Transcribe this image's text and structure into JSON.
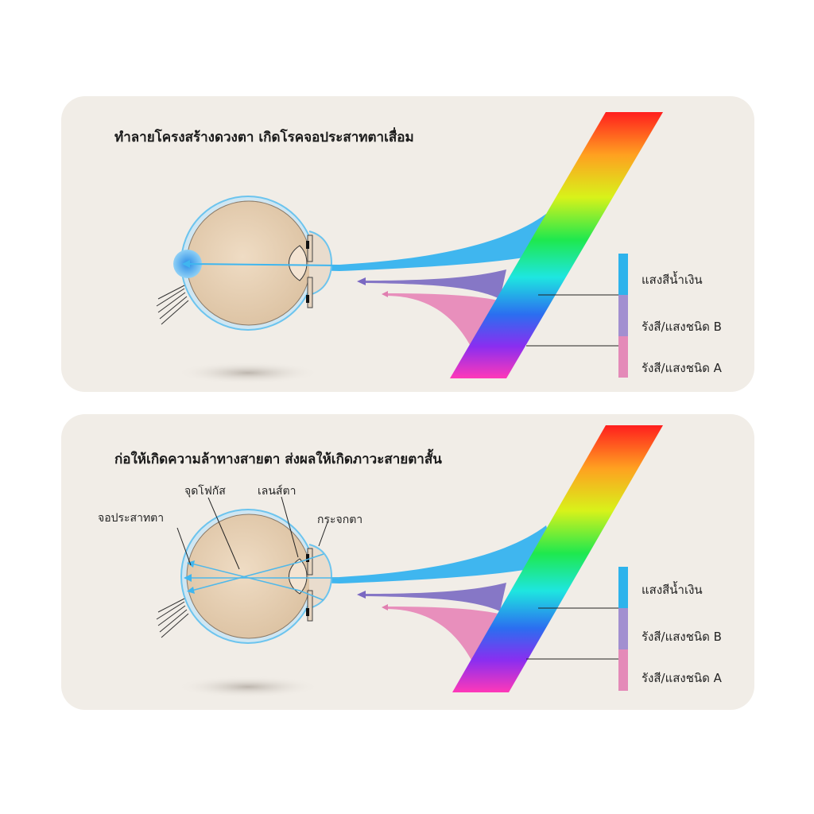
{
  "panels": [
    {
      "title": "ทำลายโครงสร้างดวงตา เกิดโรคจอประสาทตาเสื่อม",
      "legend": [
        {
          "label": "แสงสีน้ำเงิน",
          "color": "#2eb3ec"
        },
        {
          "label": "รังสี/แสงชนิด B",
          "color": "#a28fd0"
        },
        {
          "label": "รังสี/แสงชนิด A",
          "color": "#e48ab8"
        }
      ]
    },
    {
      "title": "ก่อให้เกิดความล้าทางสายตา ส่งผลให้เกิดภาวะสายตาสั้น",
      "labels": {
        "retina": "จอประสาทตา",
        "focal_point": "จุดโฟกัส",
        "lens": "เลนส์ตา",
        "cornea": "กระจกตา"
      },
      "legend": [
        {
          "label": "แสงสีน้ำเงิน",
          "color": "#2eb3ec"
        },
        {
          "label": "รังสี/แสงชนิด B",
          "color": "#a28fd0"
        },
        {
          "label": "รังสี/แสงชนิด A",
          "color": "#e48ab8"
        }
      ]
    }
  ]
}
